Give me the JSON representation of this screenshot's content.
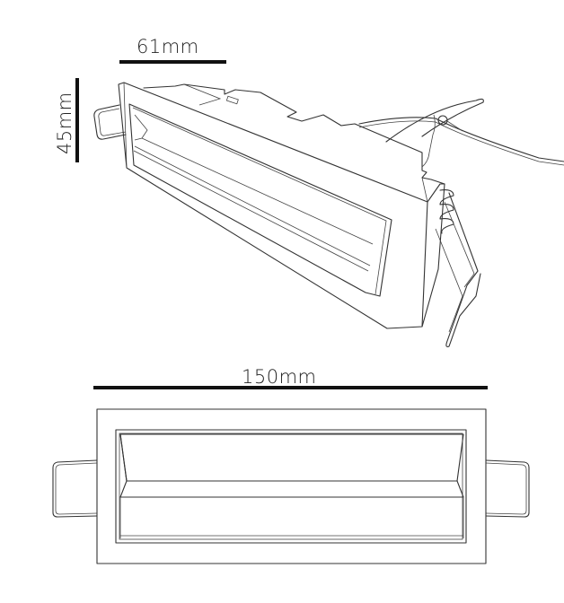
{
  "drawing": {
    "type": "product-dimension-drawing",
    "subject": "recessed rectangular LED wall/step light with spring clips",
    "views": [
      "isometric",
      "front"
    ],
    "line_color": "#333333",
    "background": "#ffffff"
  },
  "dimensions": {
    "width": {
      "label": "61mm",
      "value": 61,
      "unit": "mm",
      "orientation": "horizontal"
    },
    "height": {
      "label": "45mm",
      "value": 45,
      "unit": "mm",
      "orientation": "vertical"
    },
    "length": {
      "label": "150mm",
      "value": 150,
      "unit": "mm",
      "orientation": "horizontal"
    }
  }
}
